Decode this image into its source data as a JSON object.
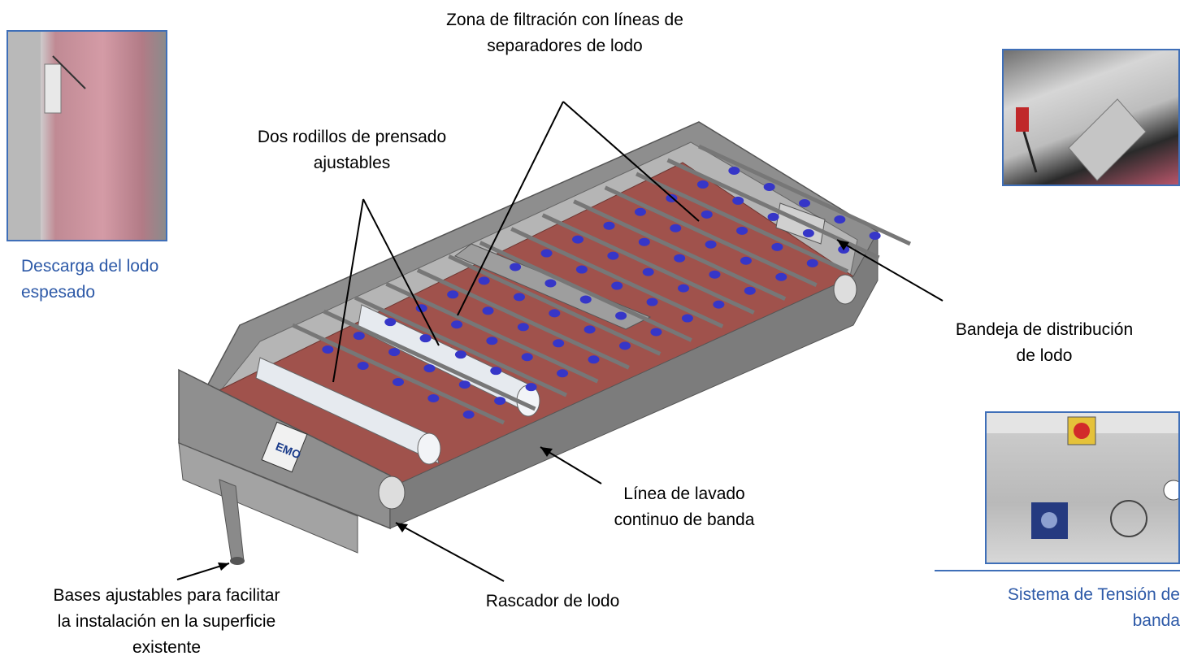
{
  "labels": {
    "filtration_zone": [
      "Zona de filtración con líneas de",
      "separadores de lodo"
    ],
    "press_rollers": [
      "Dos rodillos de prensado",
      "ajustables"
    ],
    "distribution_tray": [
      "Bandeja de distribución",
      "de lodo"
    ],
    "belt_wash_line": [
      "Línea de lavado",
      "continuo de banda"
    ],
    "sludge_scraper": "Rascador de lodo",
    "adjustable_bases": [
      "Bases ajustables para facilitar",
      "la instalación en la superficie",
      "existente"
    ]
  },
  "photos": {
    "thickened_discharge_caption": [
      "Descarga del lodo",
      "espesado"
    ],
    "tension_system_caption": [
      "Sistema de Tensión  de",
      "banda"
    ]
  },
  "machine_logo": "EMO",
  "colors": {
    "caption_blue": "#2e5aa8",
    "belt": "#a0524c",
    "frame": "#9b9b9b",
    "nozzle": "#3636c8"
  }
}
